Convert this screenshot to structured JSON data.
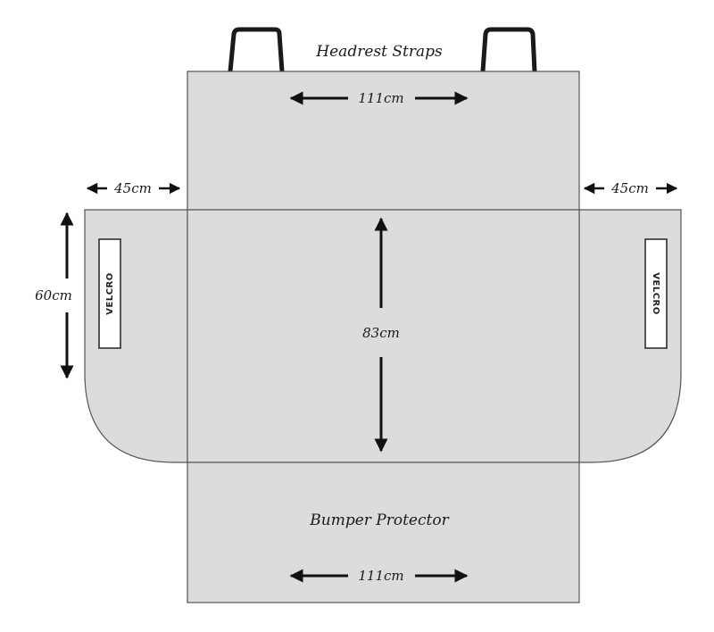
{
  "labels": {
    "headrest_straps": "Headrest Straps",
    "bumper_protector": "Bumper Protector",
    "velcro_left": "VELCRO",
    "velcro_right": "VELCRO"
  },
  "dimensions": {
    "top_width": "111cm",
    "bottom_width": "111cm",
    "left_flap": "45cm",
    "right_flap": "45cm",
    "flap_height": "60cm",
    "seat_length": "83cm"
  },
  "colors": {
    "panel_fill": "#dcdcdc",
    "outline": "#555555",
    "arrow": "#111111"
  }
}
